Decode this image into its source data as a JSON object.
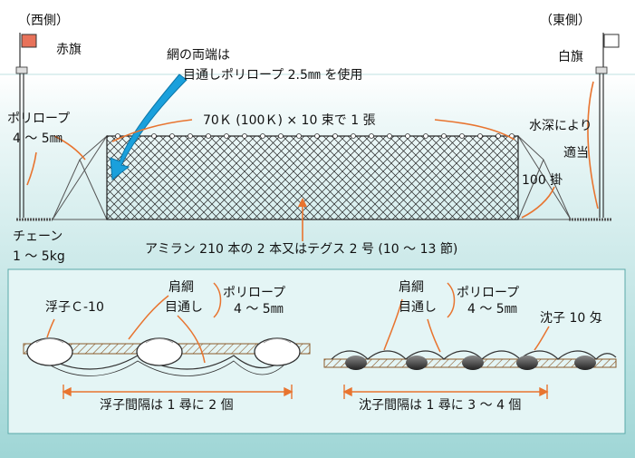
{
  "top": {
    "west_side": "（西側）",
    "east_side": "（東側）",
    "red_flag": "赤旗",
    "white_flag": "白旗",
    "net_end_note_line1": "網の両端は",
    "net_end_note_line2": "目通しポリロープ 2.5㎜ を使用",
    "rope_line1": "ポリロープ",
    "rope_line2": "4 ～ 5㎜",
    "bundle_note": "70Ｋ (100Ｋ) × 10 束で 1 張",
    "depth_line1": "水深により",
    "depth_line2": "適当",
    "mesh_count": "100 掛",
    "chain_line1": "チェーン",
    "chain_line2": "1 ～ 5kg",
    "net_material": "アミラン 210 本の 2 本又はテグス 2 号 (10 ～ 13 節)"
  },
  "left_panel": {
    "float_type": "浮子Ｃ-10",
    "shoulder_line1": "肩綱",
    "shoulder_line2": "目通し",
    "rope_line1": "ポリロープ",
    "rope_line2": "4 ～ 5㎜",
    "spacing": "浮子間隔は 1 尋に 2 個"
  },
  "right_panel": {
    "shoulder_line1": "肩綱",
    "shoulder_line2": "目通し",
    "rope_line1": "ポリロープ",
    "rope_line2": "4 ～ 5㎜",
    "sinker": "沈子 10 匁",
    "spacing": "沈子間隔は 1 尋に 3 ～ 4 個"
  },
  "colors": {
    "water_top": "#ffffff",
    "water_bottom": "#9fd6d6",
    "panel_bg": "#e4f5f5",
    "accent_orange": "#e8742f",
    "pointer_blue": "#1aa0dc",
    "red_flag": "#e8725a",
    "float_fill": "#ffffff",
    "sinker_fill": "#3a3a3a"
  }
}
